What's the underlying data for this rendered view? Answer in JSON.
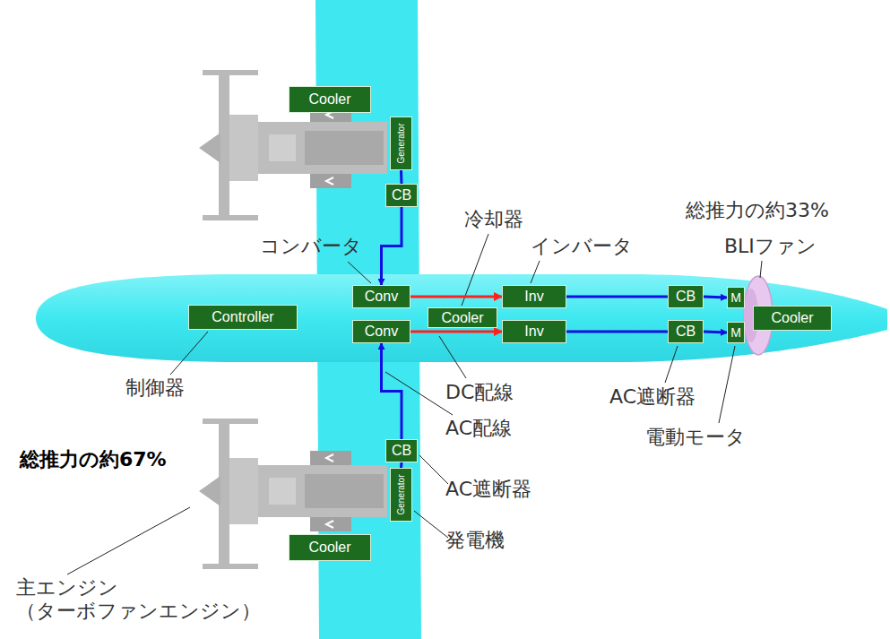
{
  "diagram": {
    "nodes": [
      {
        "text": [
          "Cooler"
        ]
      },
      {
        "text": [
          "Generator"
        ]
      },
      {
        "text": [
          "CB"
        ]
      },
      {
        "text": [
          "Conv"
        ]
      },
      {
        "text": [
          "Inv"
        ]
      },
      {
        "text": [
          "CB"
        ]
      },
      {
        "text": [
          "M"
        ]
      },
      {
        "text": [
          "Controller"
        ]
      },
      {
        "text": [
          "Cooler"
        ]
      },
      {
        "text": [
          "Cooler"
        ]
      },
      {
        "text": [
          "Conv"
        ]
      },
      {
        "text": [
          "Inv"
        ]
      },
      {
        "text": [
          "CB"
        ]
      },
      {
        "text": [
          "M"
        ]
      },
      {
        "text": [
          "CB"
        ]
      },
      {
        "text": [
          "Generator"
        ]
      },
      {
        "text": [
          "Cooler"
        ]
      }
    ],
    "edges": [
      {
        "from": 1,
        "to": 2,
        "arrow": "none"
      },
      {
        "from": 2,
        "to": 3,
        "arrow": "to"
      },
      {
        "from": 3,
        "to": 4,
        "arrow": "to"
      },
      {
        "from": 4,
        "to": 5,
        "arrow": "none"
      },
      {
        "from": 5,
        "to": 6,
        "arrow": "to"
      },
      {
        "from": 10,
        "to": 11,
        "arrow": "to"
      },
      {
        "from": 11,
        "to": 12,
        "arrow": "none"
      },
      {
        "from": 12,
        "to": 13,
        "arrow": "to"
      },
      {
        "from": 15,
        "to": 14,
        "arrow": "none"
      },
      {
        "from": 14,
        "to": 10,
        "arrow": "to"
      }
    ],
    "labels": [
      "総推力の約33%",
      "BLIファン",
      "冷却器",
      "コンバータ",
      "インバータ",
      "制御器",
      "DC配線",
      "AC配線",
      "AC遮断器",
      "電動モータ",
      "総推力の約67%",
      "AC遮断器",
      "発電機",
      "主エンジン （ターボファンエンジン）"
    ]
  }
}
